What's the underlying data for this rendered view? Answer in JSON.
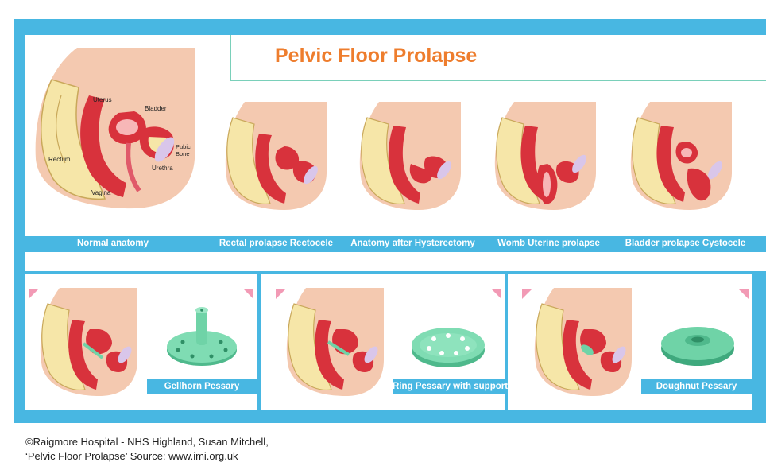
{
  "title": "Pelvic Floor Prolapse",
  "anatomy_labels": {
    "uterus": "Uterus",
    "bladder": "Bladder",
    "pubic_bone_1": "Pubic",
    "pubic_bone_2": "Bone",
    "rectum": "Rectum",
    "urethra": "Urethra",
    "vagina": "Vagina"
  },
  "conditions": [
    "Normal anatomy",
    "Rectal prolapse Rectocele",
    "Anatomy after Hysterectomy",
    "Womb Uterine prolapse",
    "Bladder prolapse Cystocele"
  ],
  "pessaries": [
    "Gellhorn Pessary",
    "Ring Pessary with support",
    "Doughnut Pessary"
  ],
  "credit": {
    "line1": "©Raigmore Hospital - NHS Highland, Susan Mitchell,",
    "line2": "‘Pelvic Floor Prolapse’ Source: www.imi.org.uk"
  },
  "colors": {
    "frame": "#48b7e2",
    "title": "#ee7d2d",
    "accent_line": "#7ad0ba",
    "pessary_green": "#6fd3a7",
    "corner_pink": "#f29ab5"
  }
}
